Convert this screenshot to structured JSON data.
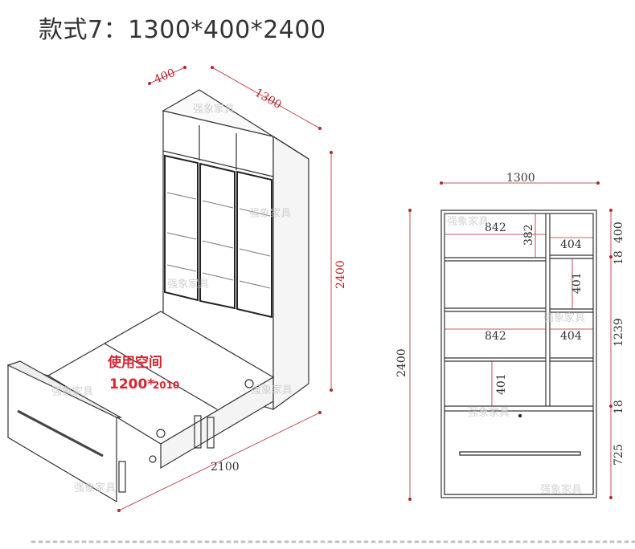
{
  "title": "款式7：1300*400*2400",
  "watermark": "强象家具",
  "left_view": {
    "depth": "400",
    "width": "1300",
    "height": "2400",
    "bed_length": "2100",
    "usage_label": "使用空间",
    "usage_size_main": "1200*",
    "usage_size_small": "2010"
  },
  "front_view": {
    "width": "1300",
    "height": "2400",
    "upper_left_width": "842",
    "upper_mid_height": "382",
    "upper_right_width": "404",
    "right_mid_height": "401",
    "lower_left_width": "842",
    "lower_right_width": "404",
    "lower_mid_height": "401",
    "right_dims": [
      "400",
      "18",
      "1239",
      "18",
      "725"
    ]
  },
  "colors": {
    "dimension": "#b3262c",
    "usage": "#d9232e",
    "line": "#333333"
  }
}
